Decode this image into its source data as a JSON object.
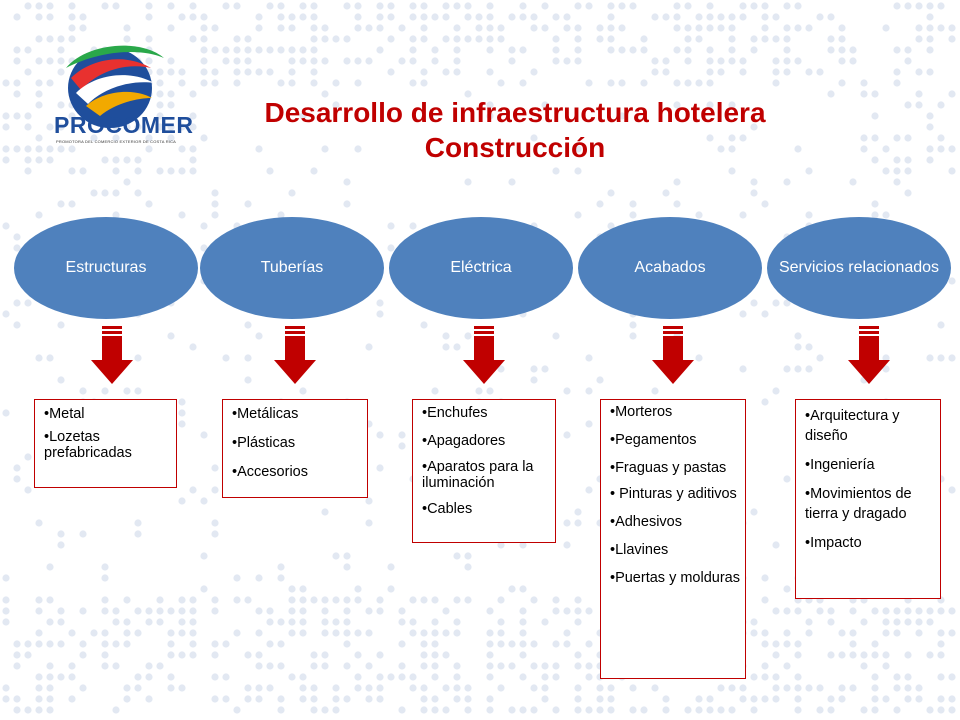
{
  "logo": {
    "name": "PROCOMER",
    "tagline": "PROMOTORA DEL COMERCIO EXTERIOR DE COSTA RICA"
  },
  "title": {
    "line1": "Desarrollo de infraestructura hotelera",
    "line2": "Construcción"
  },
  "colors": {
    "title": "#c00000",
    "ellipse": "#4f81bd",
    "arrow": "#c00000",
    "box_border": "#c00000",
    "background_dots": "#e2e8f2"
  },
  "categories": [
    {
      "label": "Estructuras",
      "items": [
        "•Metal",
        "•Lozetas prefabricadas"
      ]
    },
    {
      "label": "Tuberías",
      "items": [
        "•Metálicas",
        "•Plásticas",
        "•Accesorios"
      ]
    },
    {
      "label": "Eléctrica",
      "items": [
        "•Enchufes",
        "•Apagadores",
        "•Aparatos para la iluminación",
        "•Cables"
      ]
    },
    {
      "label": "Acabados",
      "items": [
        "•Morteros",
        "•Pegamentos",
        "•Fraguas y pastas",
        "• Pinturas y aditivos",
        "•Adhesivos",
        "•Llavines",
        "•Puertas y molduras"
      ]
    },
    {
      "label": "Servicios relacionados",
      "items": [
        "•Arquitectura y diseño",
        "•Ingeniería",
        "•Movimientos de tierra y dragado",
        "•Impacto"
      ]
    }
  ]
}
